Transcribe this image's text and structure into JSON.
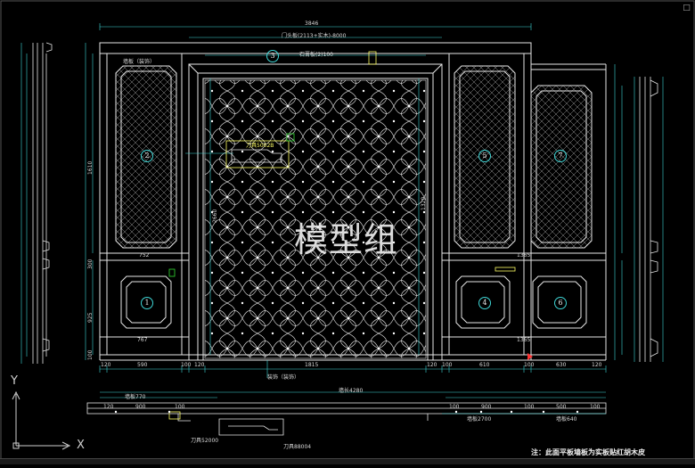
{
  "drawing": {
    "watermark": "模型组",
    "note": "注：此面平板墙板为实板贴红胡木皮",
    "axis_x": "X",
    "axis_y": "Y",
    "panel_numbers": [
      "1",
      "2",
      "3",
      "4",
      "5",
      "6",
      "7"
    ],
    "top_dims": {
      "overall": "3846",
      "door_header": "门头板(2113+实木)-8000",
      "inner": "石膏板(2)100"
    },
    "side_dims_left": [
      "1610",
      "300",
      "925",
      "100"
    ],
    "center_height": "2660",
    "center_height_right": "1320",
    "bottom_dims": [
      "120",
      "590",
      "100",
      "120",
      "1815",
      "120",
      "100",
      "610",
      "100",
      "630",
      "120"
    ],
    "label_left_top": "墙板（装饰）",
    "label_center_bottom": "装饰（装饰）",
    "label_left_panel_w": "752",
    "label_left_panel_w2": "767",
    "label_right_panel_w": "1365",
    "label_right_panel_w2": "1365",
    "section_labels": {
      "top_callout": "刀具5002B",
      "plan_left": "墙板770",
      "plan_total": "墙长4280",
      "plan_right": "墙板2700",
      "plan_callout_a": "刀具52000",
      "plan_callout_b": "刀具88004",
      "plan_callout_c": "墙板640"
    },
    "plan_dims": [
      "120",
      "900",
      "100",
      "100",
      "900",
      "100",
      "500",
      "100"
    ],
    "colors": {
      "line": "#e6e6e6",
      "dim": "#3fd6d6",
      "accent": "#ffff66",
      "green": "#33dd33",
      "red": "#ff3333"
    }
  }
}
